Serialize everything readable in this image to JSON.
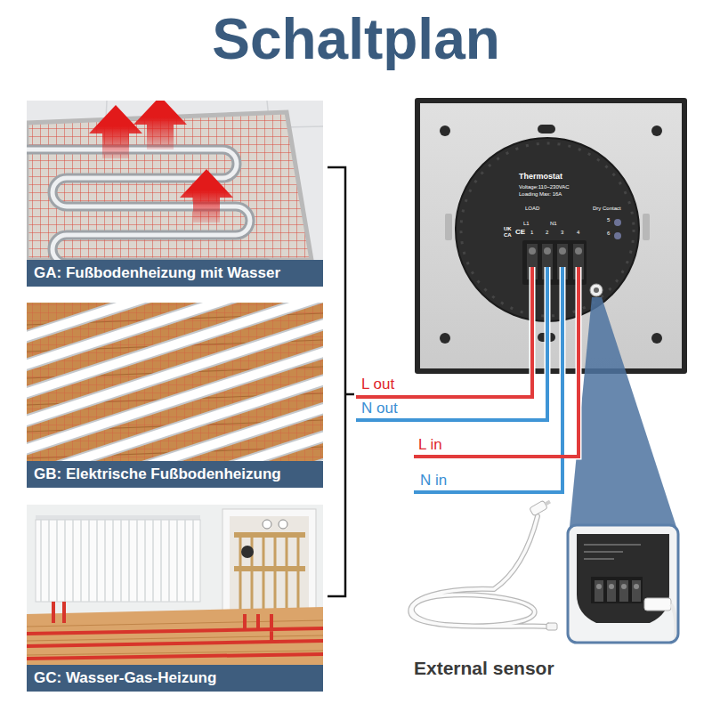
{
  "diagram": {
    "title": "Schaltplan",
    "nodes": [
      {
        "text": [
          "GA: Fußbodenheizung mit Wasser"
        ]
      },
      {
        "text": [
          "GB: Elektrische Fußbodenheizung"
        ]
      },
      {
        "text": [
          "GC: Wasser-Gas-Heizung"
        ]
      },
      {
        "text": [
          "Thermostat",
          "Voltage:110~230VAC",
          "Loading Max: 16A"
        ]
      }
    ],
    "labels": [
      "LOAD",
      "Dry Contact",
      "L1",
      "N1",
      "5",
      "1",
      "2",
      "3",
      "4",
      "6",
      "UK",
      "CA",
      "CE",
      "L out",
      "N out",
      "L in",
      "N in",
      "External sensor"
    ]
  }
}
